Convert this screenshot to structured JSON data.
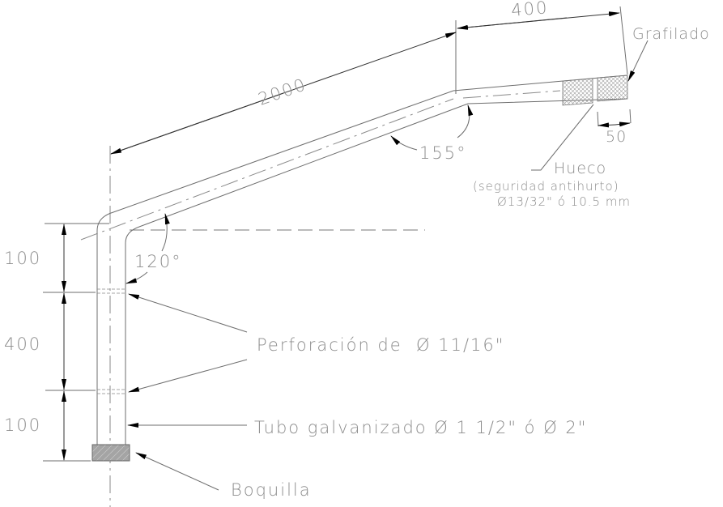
{
  "dimensions": {
    "long_arm": "2000",
    "short_arm": "400",
    "grafilado_length": "50",
    "vertical_top": "100",
    "vertical_middle": "400",
    "vertical_bottom": "100"
  },
  "angles": {
    "lower_bend": "120°",
    "upper_bend": "155°"
  },
  "labels": {
    "grafilado": "Grafilado",
    "hueco_title": "Hueco",
    "hueco_note": "(seguridad antihurto)",
    "hueco_size": "Ø13/32\" ó 10.5 mm",
    "perforacion": "Perforación de  Ø 11/16\"",
    "tubo": "Tubo galvanizado Ø 1 1/2\" ó Ø 2\"",
    "boquilla": "Boquilla"
  },
  "colors": {
    "line": "#6e6e6e",
    "text": "#8c8c8c",
    "boquilla_fill": "#9a9a9a"
  }
}
